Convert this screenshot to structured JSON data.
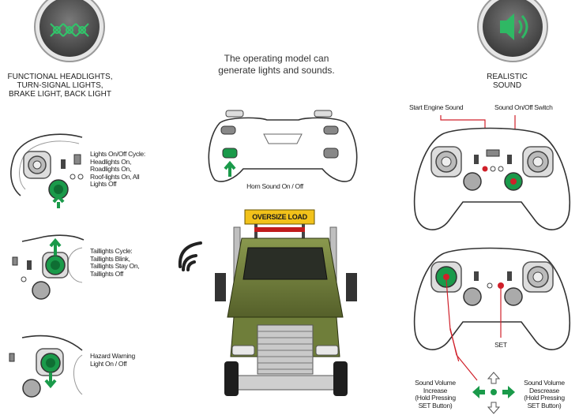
{
  "left_header": {
    "lines": [
      "FUNCTIONAL HEADLIGHTS,",
      "TURN-SIGNAL LIGHTS,",
      "BRAKE LIGHT, BACK LIGHT"
    ]
  },
  "intro": {
    "lines": [
      "The operating model can",
      "generate lights and sounds."
    ]
  },
  "right_header": {
    "lines": [
      "REALISTIC",
      "SOUND"
    ]
  },
  "left_items": [
    {
      "lines": [
        "Lights On/Off Cycle:",
        "Headlights On,",
        "Roadlights On,",
        "Roof-lights On, All",
        "Lights Off"
      ]
    },
    {
      "lines": [
        "Taillights Cycle:",
        "Taillights Blink,",
        "Taillights Stay On,",
        "Taillights Off"
      ]
    },
    {
      "lines": [
        "Hazard Warning",
        "Light On / Off"
      ]
    }
  ],
  "horn_label": "Horn Sound On / Off",
  "truck_sign": "OVERSIZE LOAD",
  "right_labels": {
    "start_engine": "Start Engine Sound",
    "sound_switch": "Sound On/Off Switch",
    "set": "SET",
    "volume_increase": [
      "Sound Volume",
      "Increase",
      "(Hold Pressing",
      "SET Button)"
    ],
    "volume_decrease": [
      "Sound Volume",
      "Descrease",
      "(Hold Pressing",
      "SET Button)"
    ]
  },
  "colors": {
    "accent_green": "#1a9a4a",
    "indicator_red": "#d0202a",
    "badge_gray": "#555555",
    "truck_green": "#6f7e3a",
    "sign_yellow": "#f2c21a"
  },
  "icons": {
    "left_badge": "headlights-icon",
    "right_badge": "speaker-icon",
    "wireless": "wireless-signal-icon",
    "arrow": "arrow-icon"
  }
}
